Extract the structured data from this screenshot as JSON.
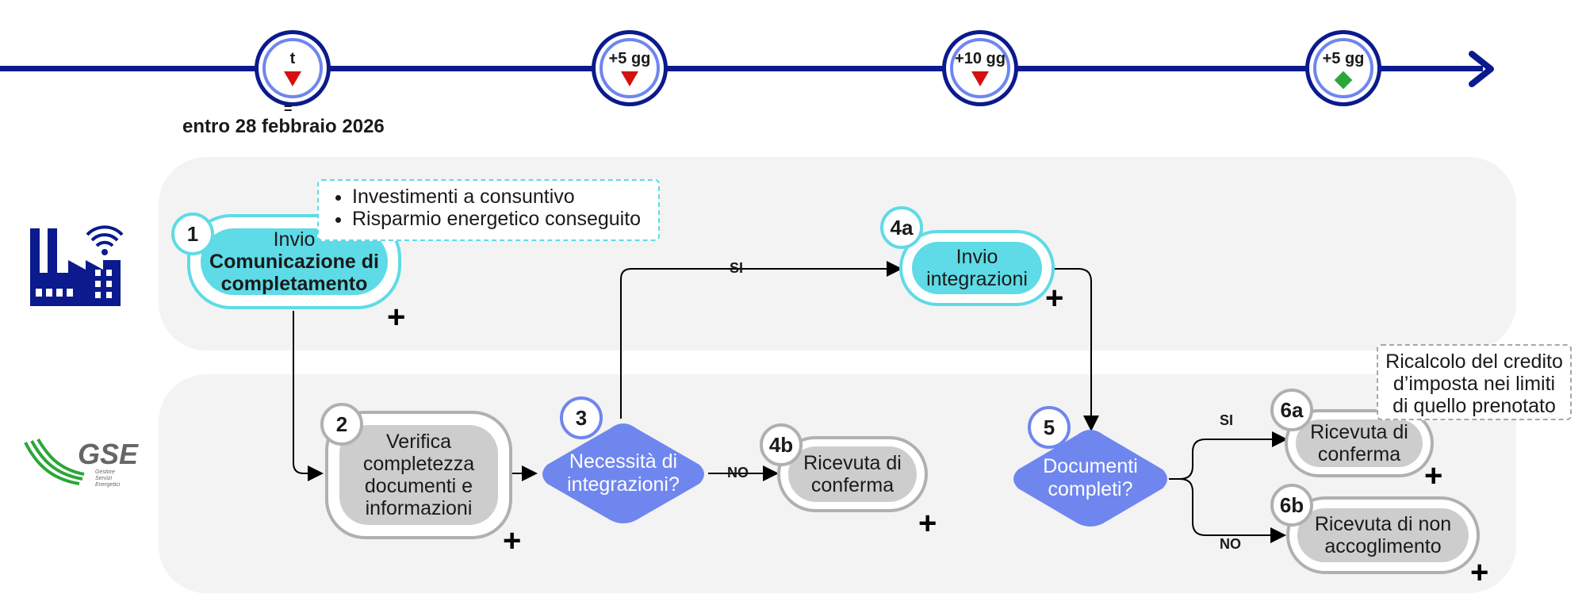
{
  "timeline": {
    "nodes": [
      {
        "label": "t",
        "marker": "triangle-down-red"
      },
      {
        "label": "+5 gg",
        "marker": "triangle-down-red"
      },
      {
        "label": "+10 gg",
        "marker": "triangle-down-red"
      },
      {
        "label": "+5 gg",
        "marker": "diamond-green"
      }
    ],
    "equals": "=",
    "date_note": "entro 28 febbraio 2026"
  },
  "lanes": {
    "company_icon": "factory-wifi-icon",
    "gse_logo": {
      "name": "GSE",
      "tagline": [
        "Gestore",
        "Servizi",
        "Energetici"
      ]
    }
  },
  "steps": {
    "s1": {
      "num": "1",
      "line1": "Invio",
      "line2": "Comunicazione di",
      "line3": "completamento"
    },
    "s1_note": [
      "Investimenti a consuntivo",
      "Risparmio energetico conseguito"
    ],
    "s2": {
      "num": "2",
      "lines": [
        "Verifica",
        "completezza",
        "documenti e",
        "informazioni"
      ]
    },
    "s3": {
      "num": "3",
      "lines": [
        "Necessità di",
        "integrazioni?"
      ]
    },
    "s4a": {
      "num": "4a",
      "lines": [
        "Invio",
        "integrazioni"
      ]
    },
    "s4b": {
      "num": "4b",
      "lines": [
        "Ricevuta di",
        "conferma"
      ]
    },
    "s5": {
      "num": "5",
      "lines": [
        "Documenti",
        "completi?"
      ]
    },
    "s6a": {
      "num": "6a",
      "lines": [
        "Ricevuta di",
        "conferma"
      ]
    },
    "s6b": {
      "num": "6b",
      "lines": [
        "Ricevuta di non",
        "accoglimento"
      ]
    },
    "s6a_note": [
      "Ricalcolo del credito",
      "d’imposta nei limiti",
      "di quello prenotato"
    ]
  },
  "edges": {
    "si": "SI",
    "no": "NO"
  },
  "plus": "+",
  "colors": {
    "timeline": "#0b1a8c",
    "accent_blue": "#6f86ef",
    "cyan": "#5edbe6",
    "gray": "#cdcdcd",
    "red": "#d60f0f",
    "green": "#2aa737",
    "gse_green": "#2aa737"
  }
}
